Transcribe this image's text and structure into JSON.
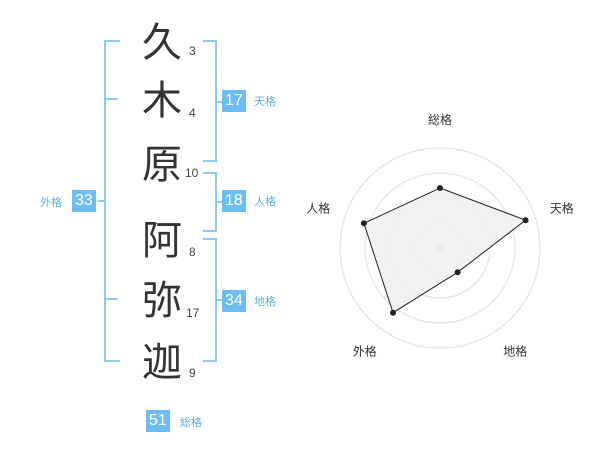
{
  "name": {
    "characters": [
      {
        "char": "久",
        "strokes": "3"
      },
      {
        "char": "木",
        "strokes": "4"
      },
      {
        "char": "原",
        "strokes": "10"
      },
      {
        "char": "阿",
        "strokes": "8"
      },
      {
        "char": "弥",
        "strokes": "17"
      },
      {
        "char": "迦",
        "strokes": "9"
      }
    ]
  },
  "fortune": {
    "tenkaku": {
      "value": "17",
      "label": "天格"
    },
    "jinkaku": {
      "value": "18",
      "label": "人格"
    },
    "chikaku": {
      "value": "34",
      "label": "地格"
    },
    "gaikaku": {
      "value": "33",
      "label": "外格"
    },
    "soukaku": {
      "value": "51",
      "label": "総格"
    }
  },
  "colors": {
    "bracket": "#8fcbf0",
    "badge": "#6dbdf3",
    "label": "#5ab0e8",
    "radar_ring": "#dddddd",
    "radar_fill": "#eeeeee",
    "radar_line": "#222222"
  },
  "chart_data": {
    "type": "radar",
    "axes": [
      "総格",
      "天格",
      "地格",
      "外格",
      "人格"
    ],
    "values": [
      0.6,
      0.9,
      0.3,
      0.8,
      0.8
    ],
    "max": 1,
    "rings": 4
  }
}
